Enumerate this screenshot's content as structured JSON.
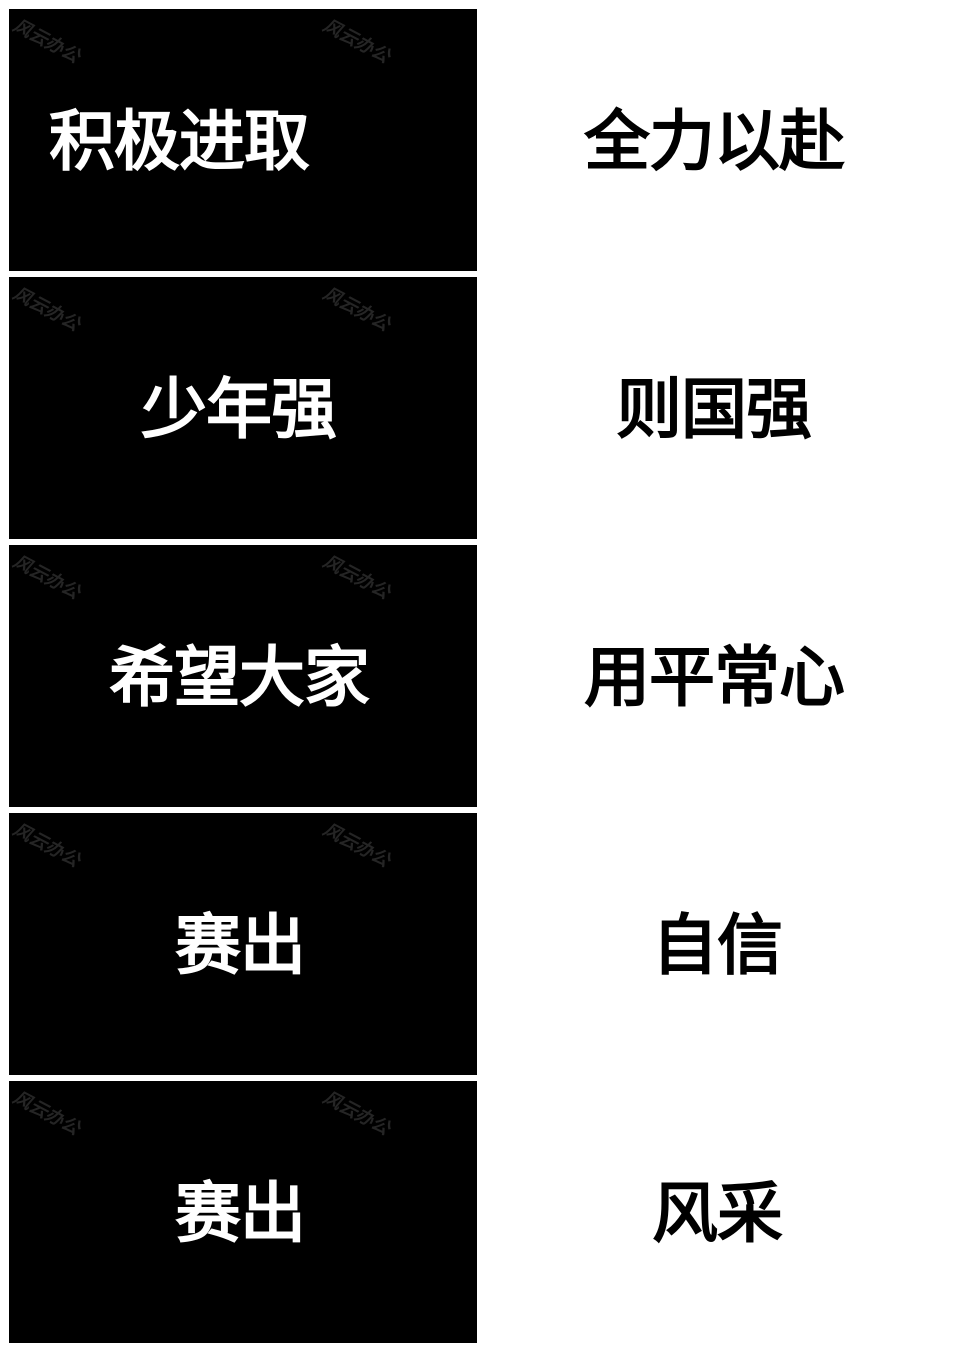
{
  "watermark": "风云办公",
  "rows": [
    {
      "left": "积极进取",
      "right": "全力以赴"
    },
    {
      "left": "少年强",
      "right": "则国强"
    },
    {
      "left": "希望大家",
      "right": "用平常心"
    },
    {
      "left": "赛出",
      "right": "自信"
    },
    {
      "left": "赛出",
      "right": "风采"
    }
  ]
}
